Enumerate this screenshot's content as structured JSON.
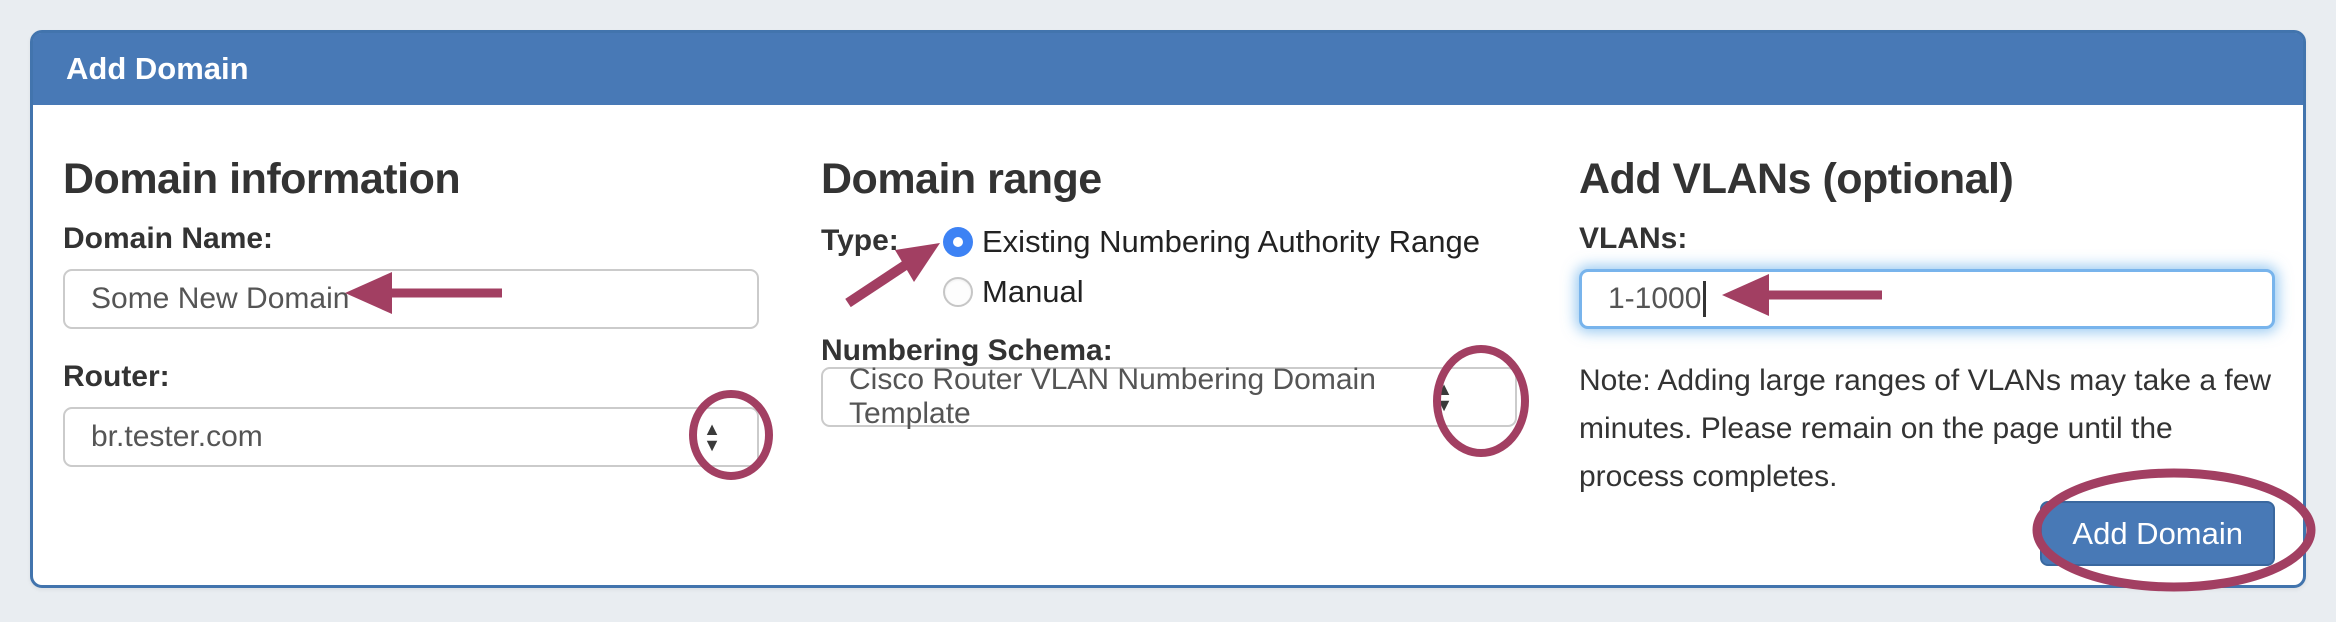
{
  "panel": {
    "title": "Add Domain"
  },
  "colors": {
    "page_bg": "#e9edf1",
    "header_bg": "#4879b6",
    "panel_border": "#4274ad",
    "button_bg": "#4879b6",
    "radio_selected_blue": "#3d82f4",
    "focus_border_blue": "#78b4ec",
    "annotation_maroon": "#a23f62"
  },
  "domain_information": {
    "heading": "Domain information",
    "domain_name_label": "Domain Name:",
    "domain_name_value": "Some New Domain",
    "router_label": "Router:",
    "router_value": "br.tester.com"
  },
  "domain_range": {
    "heading": "Domain range",
    "type_label": "Type:",
    "options": [
      {
        "label": "Existing Numbering Authority Range",
        "selected": true
      },
      {
        "label": "Manual",
        "selected": false
      }
    ],
    "numbering_schema_label": "Numbering Schema:",
    "numbering_schema_value": "Cisco Router VLAN Numbering Domain Template"
  },
  "add_vlans": {
    "heading": "Add VLANs (optional)",
    "vlans_label": "VLANs:",
    "vlans_value": "1-1000",
    "note": "Note: Adding large ranges of VLANs may take a few minutes. Please remain on the page until the process completes.",
    "submit_label": "Add Domain"
  }
}
